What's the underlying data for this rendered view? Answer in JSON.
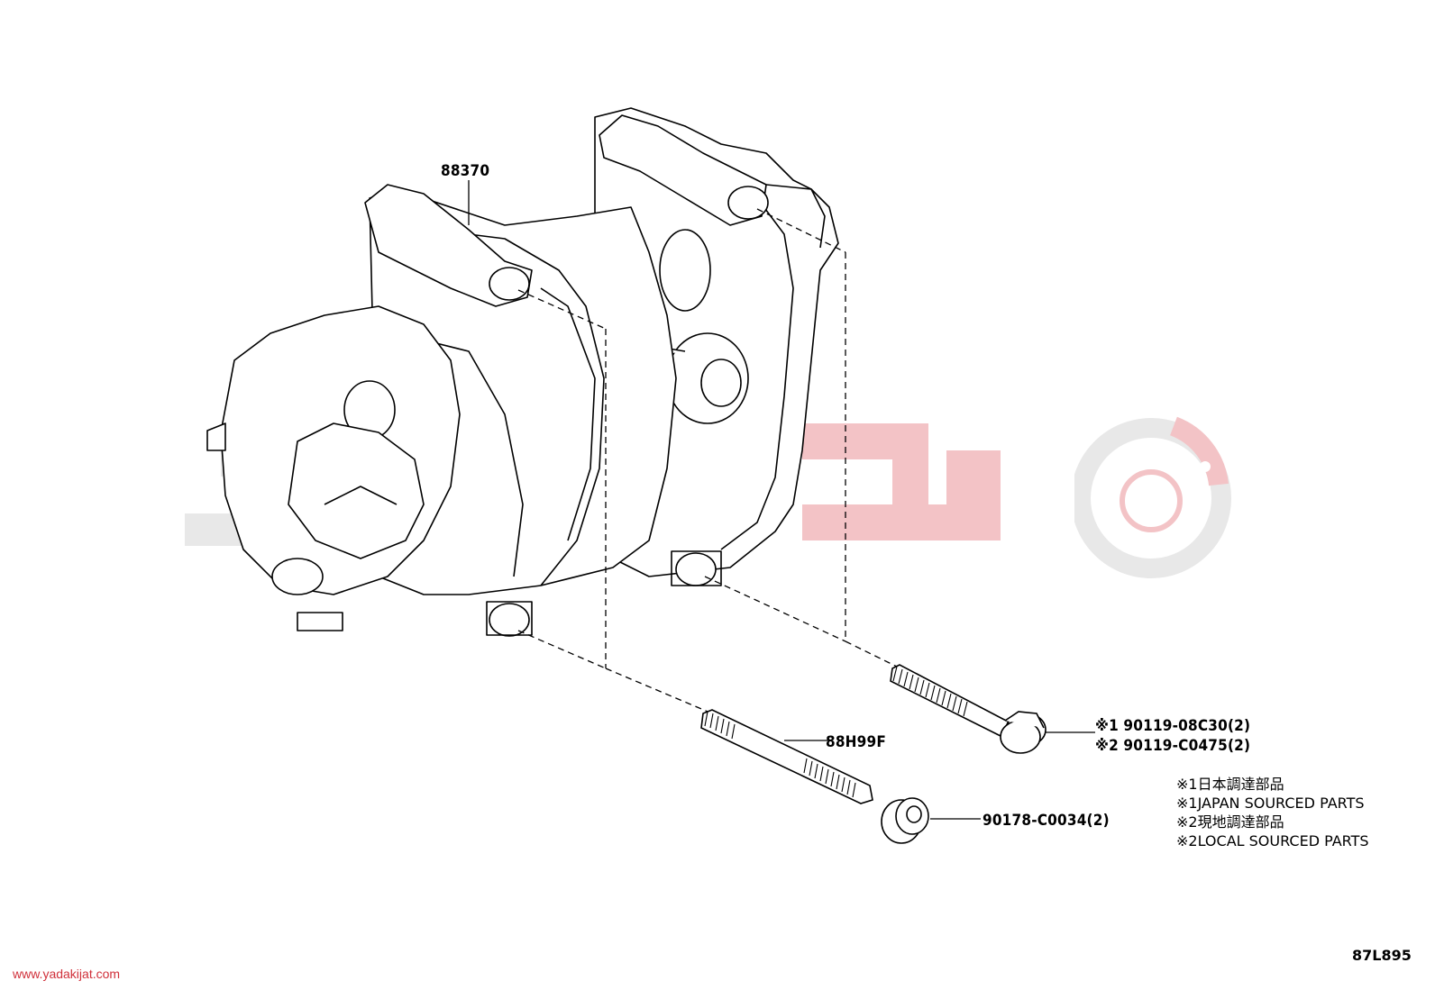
{
  "labels": {
    "compressor": "88370",
    "stud": "88H99F",
    "bolt_line1": "※1 90119-08C30(2)",
    "bolt_line2": "※2 90119-C0475(2)",
    "nut": "90178-C0034(2)"
  },
  "notes": [
    "※1日本調達部品",
    "※1JAPAN SOURCED PARTS",
    "※2現地調達部品",
    "※2LOCAL SOURCED PARTS"
  ],
  "watermark": {
    "url": "www.yadakijat.com",
    "colors": {
      "gray": "#e8e8e8",
      "red": "#f3c3c6",
      "url_red": "#d0303a"
    }
  },
  "reference_code": "87L895",
  "icons": [
    "compressor-drawing",
    "stud-bolt",
    "flange-bolt",
    "flange-nut",
    "watermark-logo-icon"
  ]
}
